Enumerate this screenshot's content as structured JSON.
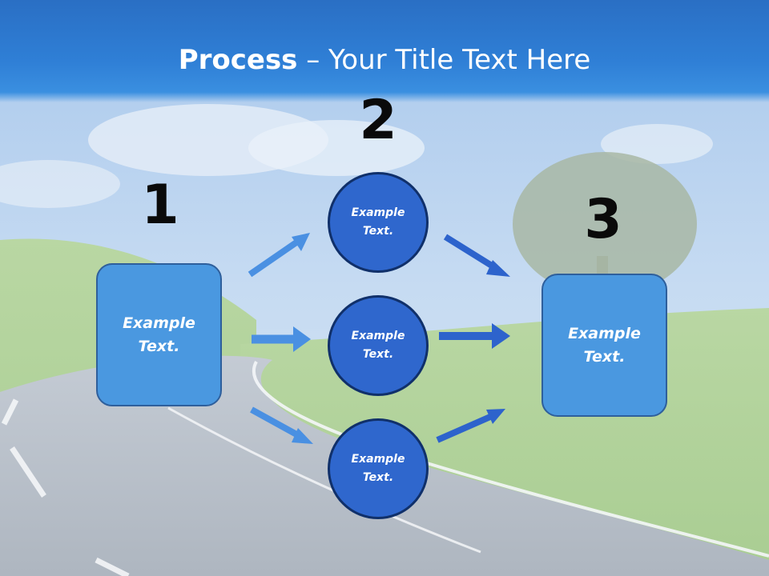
{
  "title": {
    "bold": "Process",
    "rest": " – Your Title Text Here"
  },
  "steps": {
    "one": {
      "number": "1",
      "text": "Example Text."
    },
    "two": {
      "number": "2",
      "circles": [
        "Example Text.",
        "Example Text.",
        "Example Text."
      ]
    },
    "three": {
      "number": "3",
      "text": "Example Text."
    }
  },
  "colors": {
    "header": "#2f7fd6",
    "box": "#4a98e0",
    "circle": "#2f67cd",
    "arrow_light": "#4a90e2",
    "arrow_dark": "#2d63cc"
  }
}
